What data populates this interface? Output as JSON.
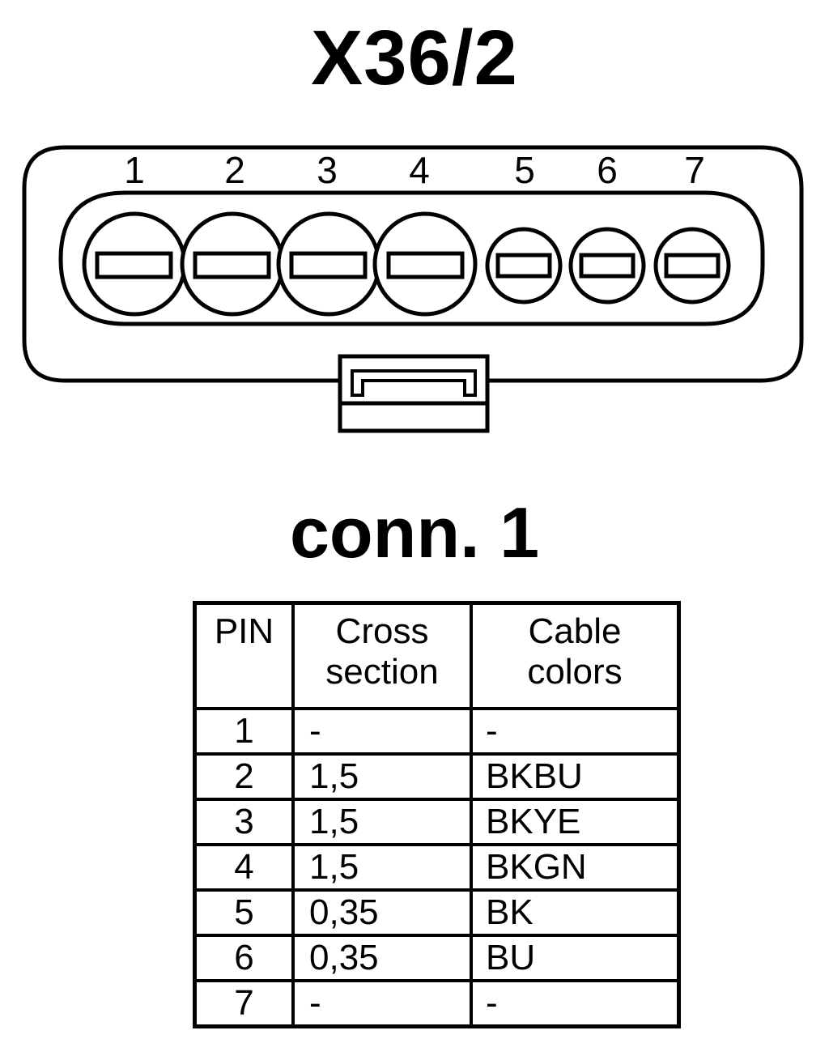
{
  "connector": {
    "title": "X36/2",
    "subtitle": "conn. 1",
    "pin_numbers": [
      "1",
      "2",
      "3",
      "4",
      "5",
      "6",
      "7"
    ]
  },
  "table": {
    "headers": {
      "pin": "PIN",
      "cross_section": [
        "Cross",
        "section"
      ],
      "cable_colors": [
        "Cable",
        "colors"
      ]
    },
    "rows": [
      {
        "pin": "1",
        "cross_section": "-",
        "color": "-"
      },
      {
        "pin": "2",
        "cross_section": "1,5",
        "color": "BKBU"
      },
      {
        "pin": "3",
        "cross_section": "1,5",
        "color": "BKYE"
      },
      {
        "pin": "4",
        "cross_section": "1,5",
        "color": "BKGN"
      },
      {
        "pin": "5",
        "cross_section": "0,35",
        "color": "BK"
      },
      {
        "pin": "6",
        "cross_section": "0,35",
        "color": "BU"
      },
      {
        "pin": "7",
        "cross_section": "-",
        "color": "-"
      }
    ]
  }
}
